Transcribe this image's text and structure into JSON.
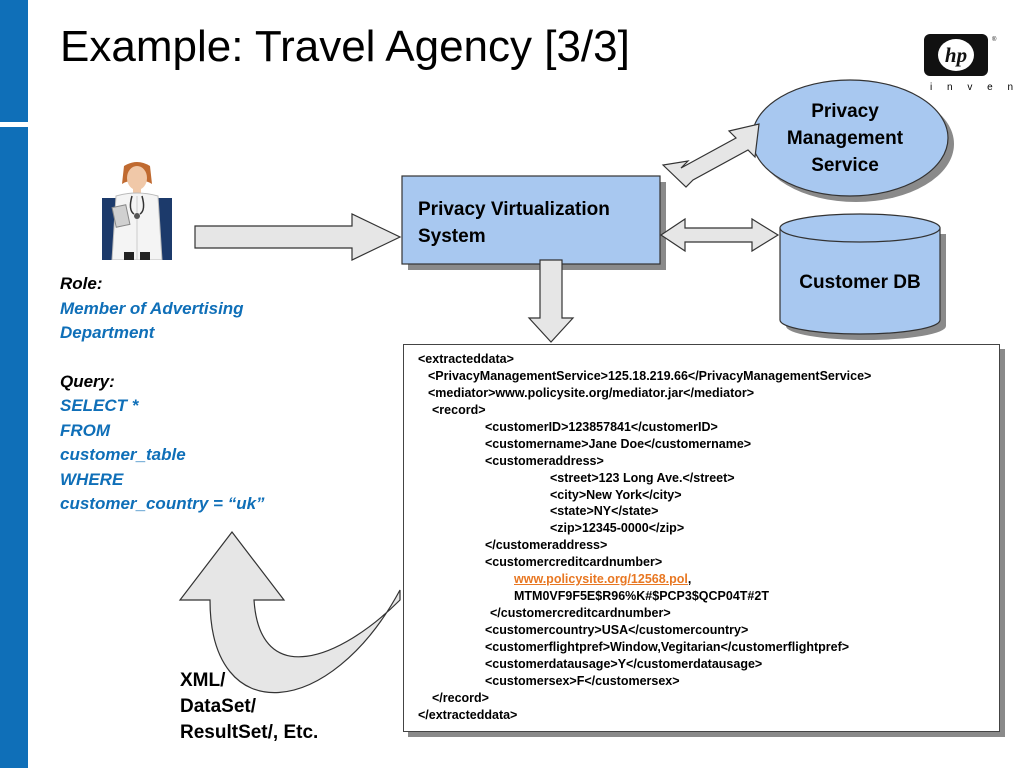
{
  "slide": {
    "title": "Example: Travel Agency [3/3]"
  },
  "logo": {
    "brand": "hp",
    "tagline": "i n v e n t"
  },
  "role": {
    "label": "Role:",
    "line1": "Member of Advertising",
    "line2": "Department"
  },
  "query": {
    "label": "Query:",
    "lines": [
      "SELECT *",
      "FROM",
      "customer_table",
      "WHERE",
      "customer_country = “uk”"
    ]
  },
  "nodes": {
    "pvs_line1": "Privacy Virtualization",
    "pvs_line2": "System",
    "pms_line1": "Privacy",
    "pms_line2": "Management",
    "pms_line3": "Service",
    "db": "Customer DB"
  },
  "xml": {
    "l01": "<extracteddata>",
    "l02": "<PrivacyManagementService>125.18.219.66</PrivacyManagementService>",
    "l03": "<mediator>www.policysite.org/mediator.jar</mediator>",
    "l04": "<record>",
    "l05": "<customerID>123857841</customerID>",
    "l06": "<customername>Jane Doe</customername>",
    "l07": "<customeraddress>",
    "l08": "<street>123 Long Ave.</street>",
    "l09": "<city>New York</city>",
    "l10": "<state>NY</state>",
    "l11": "<zip>12345-0000</zip>",
    "l12": "</customeraddress>",
    "l13": "<customercreditcardnumber>",
    "l14_link": "www.policysite.org/12568.pol",
    "l14_rest": ",",
    "l15": "MTM0VF9F5E$R96%K#$PCP3$QCP04T#2T",
    "l16": "</customercreditcardnumber>",
    "l17": "<customercountry>USA</customercountry>",
    "l18": "<customerflightpref>Window,Vegitarian</customerflightpref>",
    "l19": "<customerdatausage>Y</customerdatausage>",
    "l20": "<customersex>F</customersex>",
    "l21": "</record>",
    "l22": "</extracteddata>"
  },
  "return_label": {
    "line1": "XML/",
    "line2": "DataSet/",
    "line3": "ResultSet/, Etc."
  },
  "colors": {
    "accent_bar": "#0f6fb8",
    "node_fill": "#a8c8f0",
    "role_value_text": "#0f6fb8",
    "link": "#e87722",
    "arrow_fill": "#e6e6e6"
  }
}
